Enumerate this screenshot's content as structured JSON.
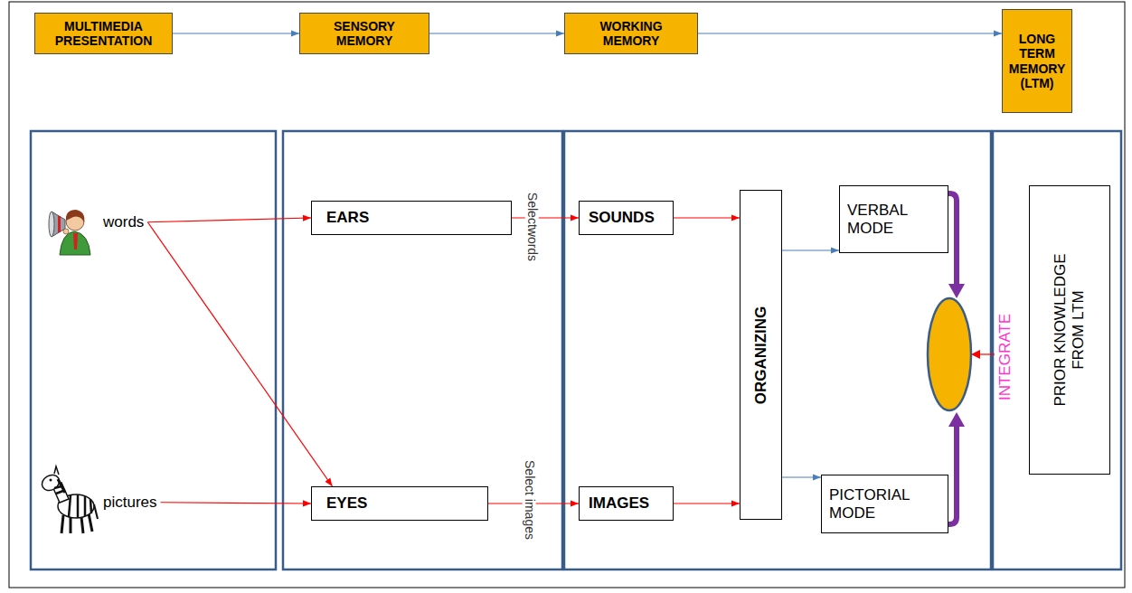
{
  "diagram": {
    "nodes": [
      {
        "text": [
          "MULTIMEDIA PRESENTATION"
        ]
      },
      {
        "text": [
          "SENSORY MEMORY"
        ]
      },
      {
        "text": [
          "WORKING MEMORY"
        ]
      },
      {
        "text": [
          "LONG TERM MEMORY (LTM)"
        ]
      },
      {
        "text": [
          "words"
        ]
      },
      {
        "text": [
          "pictures"
        ]
      },
      {
        "text": [
          "EARS"
        ]
      },
      {
        "text": [
          "EYES"
        ]
      },
      {
        "text": [
          "SOUNDS"
        ]
      },
      {
        "text": [
          "IMAGES"
        ]
      },
      {
        "text": [
          "ORGANIZING"
        ]
      },
      {
        "text": [
          "VERBAL MODE"
        ]
      },
      {
        "text": [
          "PICTORIAL MODE"
        ]
      },
      {
        "text": [
          "PRIOR KNOWLEDGE FROM LTM"
        ]
      }
    ],
    "edges": [
      {
        "from": 0,
        "to": 1,
        "arrow": "to"
      },
      {
        "from": 1,
        "to": 2,
        "arrow": "to"
      },
      {
        "from": 2,
        "to": 3,
        "arrow": "to"
      },
      {
        "from": 4,
        "to": 6,
        "arrow": "to"
      },
      {
        "from": 4,
        "to": 7,
        "arrow": "to"
      },
      {
        "from": 5,
        "to": 7,
        "arrow": "to"
      },
      {
        "from": 6,
        "to": 8,
        "label": "Selectwords",
        "arrow": "to"
      },
      {
        "from": 7,
        "to": 9,
        "label": "Select images",
        "arrow": "to"
      },
      {
        "from": 8,
        "to": 10,
        "arrow": "to"
      },
      {
        "from": 9,
        "to": 10,
        "arrow": "to"
      },
      {
        "from": 10,
        "to": 11,
        "arrow": "to"
      },
      {
        "from": 10,
        "to": 12,
        "arrow": "to"
      }
    ],
    "labels": [
      "INTEGRATE"
    ]
  }
}
